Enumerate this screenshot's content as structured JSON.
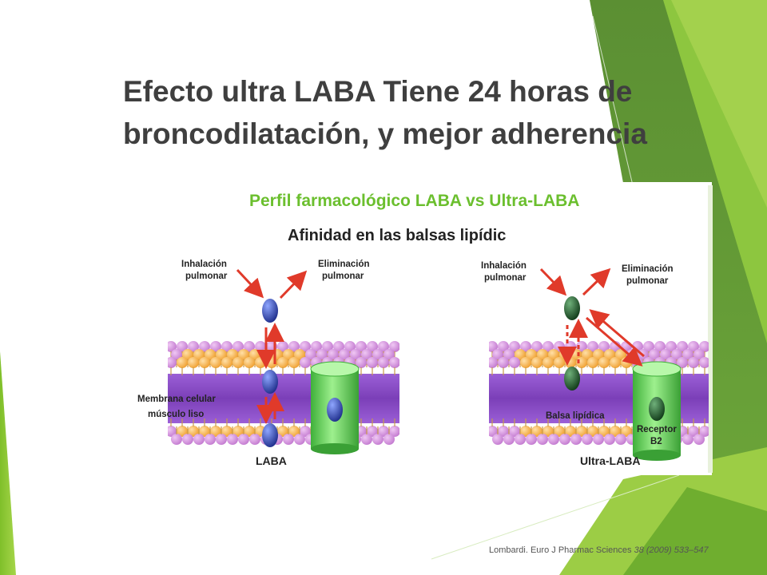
{
  "slide": {
    "title_line1": "Efecto ultra LABA Tiene 24 horas de",
    "title_line2": "broncodilatación, y mejor adherencia",
    "citation_main": "Lombardi. Euro J  Pharmac Sciences ",
    "citation_italic": "38 (2009) 533–547"
  },
  "figure": {
    "heading": "Perfil farmacológico LABA vs Ultra-LABA",
    "subheading": "Afinidad en las balsas lipídic",
    "left": {
      "inhalation_1": "Inhalación",
      "inhalation_2": "pulmonar",
      "elimination_1": "Eliminación",
      "elimination_2": "pulmonar",
      "membrane_1": "Membrana celular",
      "membrane_2": "músculo liso",
      "caption": "LABA"
    },
    "right": {
      "inhalation_1": "Inhalación",
      "inhalation_2": "pulmonar",
      "elimination_1": "Eliminación",
      "elimination_2": "pulmonar",
      "raft": "Balsa lipídica",
      "receptor_1": "Receptor",
      "receptor_2": "B2",
      "caption": "Ultra-LABA"
    }
  },
  "colors": {
    "heading_green": "#6bbf2e",
    "slide_green_dark": "#5a9a1a",
    "slide_green_light": "#9fd040",
    "arrow_red": "#e03a2a",
    "molecule_blue": "#2a3d9a",
    "molecule_green": "#1f5a2a",
    "receptor_green": "#5fcf55"
  }
}
